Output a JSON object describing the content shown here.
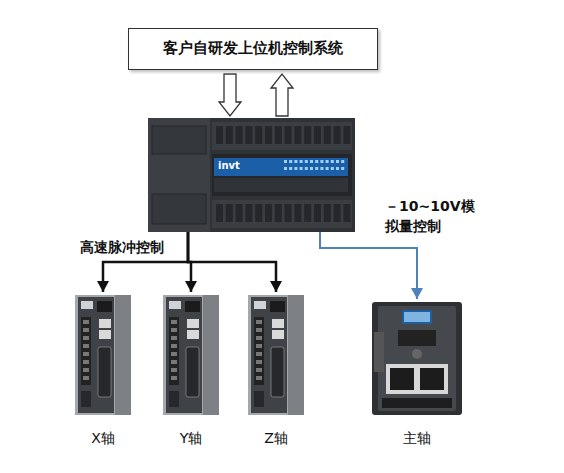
{
  "diagram": {
    "nodes": [
      {
        "text": [
          "客户自研发上位机控制系统"
        ]
      },
      {
        "text": [
          "invt"
        ]
      },
      {
        "text": [
          "X轴"
        ]
      },
      {
        "text": [
          "Y轴"
        ]
      },
      {
        "text": [
          "Z轴"
        ]
      },
      {
        "text": [
          "主轴"
        ]
      }
    ],
    "edges": [
      {
        "from": 0,
        "to": 1,
        "arrow": "to"
      },
      {
        "from": 1,
        "to": 0,
        "arrow": "to"
      },
      {
        "from": 1,
        "to": 2,
        "arrow": "to"
      },
      {
        "from": 1,
        "to": 3,
        "arrow": "to"
      },
      {
        "from": 1,
        "to": 4,
        "arrow": "to"
      },
      {
        "from": 1,
        "to": 5,
        "label": "－10~10V模拟量控制",
        "arrow": "to"
      }
    ],
    "labels": [
      "高速脉冲控制"
    ]
  }
}
